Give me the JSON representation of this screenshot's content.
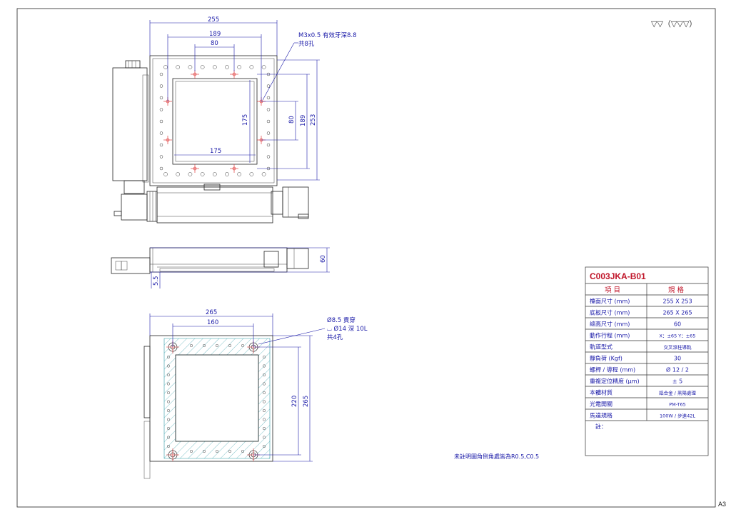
{
  "surface_symbol": "▽▽（▽▽▽）",
  "sheet_size": "A3",
  "top_view": {
    "dims": {
      "overall_width": "255",
      "hole_span": "189",
      "inner_span": "80",
      "height": "253",
      "v_hole_span": "189",
      "v_inner": "80",
      "window_h": "175",
      "window_w": "175"
    },
    "note_line1": "M3x0.5 有效牙深8.8",
    "note_line2": "共8孔"
  },
  "side_view": {
    "dims": {
      "height": "60",
      "base": "5.5"
    }
  },
  "bottom_view": {
    "dims": {
      "overall_width": "265",
      "hole_span": "160",
      "hole_v_span": "220",
      "height": "265"
    },
    "note_line1": "Ø8.5 貫穿",
    "note_line2": "⌴ Ø14 深 10L",
    "note_line3": "共4孔"
  },
  "general_note": "未註明圖角倒角處皆為R0.5,C0.5",
  "spec_table": {
    "model": "C003JKA-B01",
    "header_item": "項 目",
    "header_spec": "規 格",
    "rows": [
      {
        "item": "檯面尺寸 (mm)",
        "spec": "255 X 253",
        "small": false
      },
      {
        "item": "底板尺寸 (mm)",
        "spec": "265 X 265",
        "small": false
      },
      {
        "item": "總高尺寸 (mm)",
        "spec": "60",
        "small": false
      },
      {
        "item": "動作行程 (mm)",
        "spec": "X：±65  Y：±65",
        "small": true
      },
      {
        "item": "軌道型式",
        "spec": "交叉滾柱導軌",
        "small": true
      },
      {
        "item": "靜負荷 (Kgf)",
        "spec": "30",
        "small": false
      },
      {
        "item": "螺桿 / 導程 (mm)",
        "spec": "Ø 12 / 2",
        "small": false
      },
      {
        "item": "重複定位精度 (µm)",
        "spec": "± 5",
        "small": false
      },
      {
        "item": "本體材質",
        "spec": "鋁合金 / 黑陽處理",
        "small": true
      },
      {
        "item": "光電開關",
        "spec": "PM-T65",
        "small": true
      },
      {
        "item": "馬達規格",
        "spec": "100W / 步進42L",
        "small": true
      }
    ],
    "remarks_label": "註："
  }
}
